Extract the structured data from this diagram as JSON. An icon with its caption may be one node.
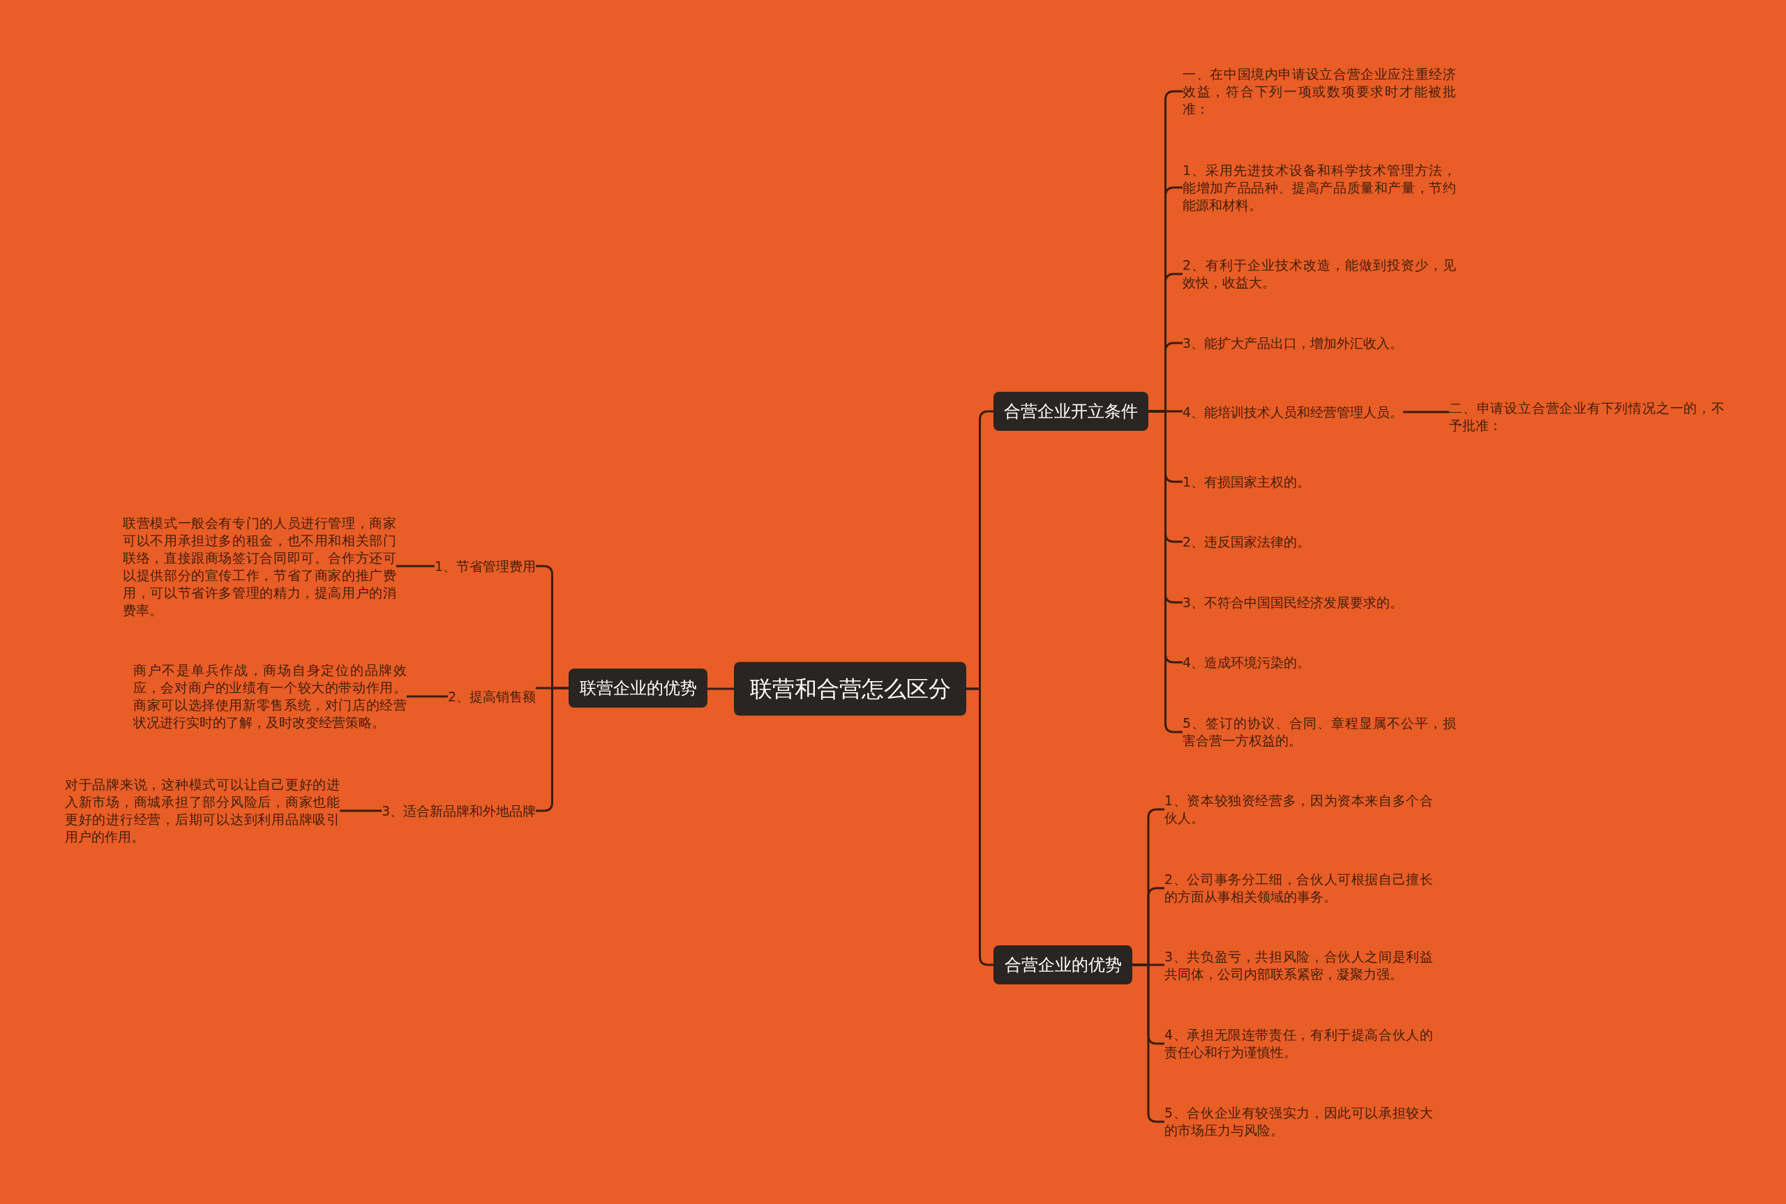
{
  "diagram": {
    "nodes": [
      {
        "text": [
          "联营和合营怎么区分"
        ]
      },
      {
        "text": [
          "合营企业开立条件"
        ]
      },
      {
        "text": [
          "合营企业的优势"
        ]
      },
      {
        "text": [
          "联营企业的优势"
        ]
      },
      {
        "text": [
          "一、在中国境内申请设立合营企业应注重经济效益，符合下列一项或数项要求时才能被批准："
        ]
      },
      {
        "text": [
          "1、采用先进技术设备和科学技术管理方法，能增加产品品种、提高产品质量和产量，节约能源和材料。"
        ]
      },
      {
        "text": [
          "2、有利于企业技术改造，能做到投资少，见效快，收益大。"
        ]
      },
      {
        "text": [
          "3、能扩大产品出口，增加外汇收入。"
        ]
      },
      {
        "text": [
          "4、能培训技术人员和经营管理人员。"
        ]
      },
      {
        "text": [
          "二、申请设立合营企业有下列情况之一的，不予批准："
        ]
      },
      {
        "text": [
          "1、有损国家主权的。"
        ]
      },
      {
        "text": [
          "2、违反国家法律的。"
        ]
      },
      {
        "text": [
          "3、不符合中国国民经济发展要求的。"
        ]
      },
      {
        "text": [
          "4、造成环境污染的。"
        ]
      },
      {
        "text": [
          "5、签订的协议、合同、章程显属不公平，损害合营一方权益的。"
        ]
      },
      {
        "text": [
          "1、资本较独资经营多，因为资本来自多个合伙人。"
        ]
      },
      {
        "text": [
          "2、公司事务分工细，合伙人可根据自己擅长的方面从事相关领域的事务。"
        ]
      },
      {
        "text": [
          "3、共负盈亏，共担风险，合伙人之间是利益共同体，公司内部联系紧密，凝聚力强。"
        ]
      },
      {
        "text": [
          "4、承担无限连带责任，有利于提高合伙人的责任心和行为谨慎性。"
        ]
      },
      {
        "text": [
          "5、合伙企业有较强实力，因此可以承担较大的市场压力与风险。"
        ]
      },
      {
        "text": [
          "1、节省管理费用"
        ]
      },
      {
        "text": [
          "联营模式一般会有专门的人员进行管理，商家可以不用承担过多的租金，也不用和相关部门联络，直接跟商场签订合同即可。合作方还可以提供部分的宣传工作，节省了商家的推广费用，可以节省许多管理的精力，提高用户的消费率。"
        ]
      },
      {
        "text": [
          "2、提高销售额"
        ]
      },
      {
        "text": [
          "商户不是单兵作战，商场自身定位的品牌效应，会对商户的业绩有一个较大的带动作用。商家可以选择使用新零售系统，对门店的经营状况进行实时的了解，及时改变经营策略。"
        ]
      },
      {
        "text": [
          "3、适合新品牌和外地品牌"
        ]
      },
      {
        "text": [
          "对于品牌来说，这种模式可以让自己更好的进入新市场，商城承担了部分风险后，商家也能更好的进行经营，后期可以达到利用品牌吸引用户的作用。"
        ]
      }
    ],
    "edges": [
      {
        "from": 0,
        "to": 1,
        "arrow": "none"
      },
      {
        "from": 0,
        "to": 2,
        "arrow": "none"
      },
      {
        "from": 0,
        "to": 3,
        "arrow": "none"
      },
      {
        "from": 1,
        "to": 4,
        "arrow": "none"
      },
      {
        "from": 1,
        "to": 5,
        "arrow": "none"
      },
      {
        "from": 1,
        "to": 6,
        "arrow": "none"
      },
      {
        "from": 1,
        "to": 7,
        "arrow": "none"
      },
      {
        "from": 1,
        "to": 8,
        "arrow": "none"
      },
      {
        "from": 8,
        "to": 9,
        "arrow": "none"
      },
      {
        "from": 1,
        "to": 10,
        "arrow": "none"
      },
      {
        "from": 1,
        "to": 11,
        "arrow": "none"
      },
      {
        "from": 1,
        "to": 12,
        "arrow": "none"
      },
      {
        "from": 1,
        "to": 13,
        "arrow": "none"
      },
      {
        "from": 1,
        "to": 14,
        "arrow": "none"
      },
      {
        "from": 2,
        "to": 15,
        "arrow": "none"
      },
      {
        "from": 2,
        "to": 16,
        "arrow": "none"
      },
      {
        "from": 2,
        "to": 17,
        "arrow": "none"
      },
      {
        "from": 2,
        "to": 18,
        "arrow": "none"
      },
      {
        "from": 2,
        "to": 19,
        "arrow": "none"
      },
      {
        "from": 3,
        "to": 20,
        "arrow": "none"
      },
      {
        "from": 20,
        "to": 21,
        "arrow": "none"
      },
      {
        "from": 3,
        "to": 22,
        "arrow": "none"
      },
      {
        "from": 22,
        "to": 23,
        "arrow": "none"
      },
      {
        "from": 3,
        "to": 24,
        "arrow": "none"
      },
      {
        "from": 24,
        "to": 25,
        "arrow": "none"
      }
    ]
  }
}
